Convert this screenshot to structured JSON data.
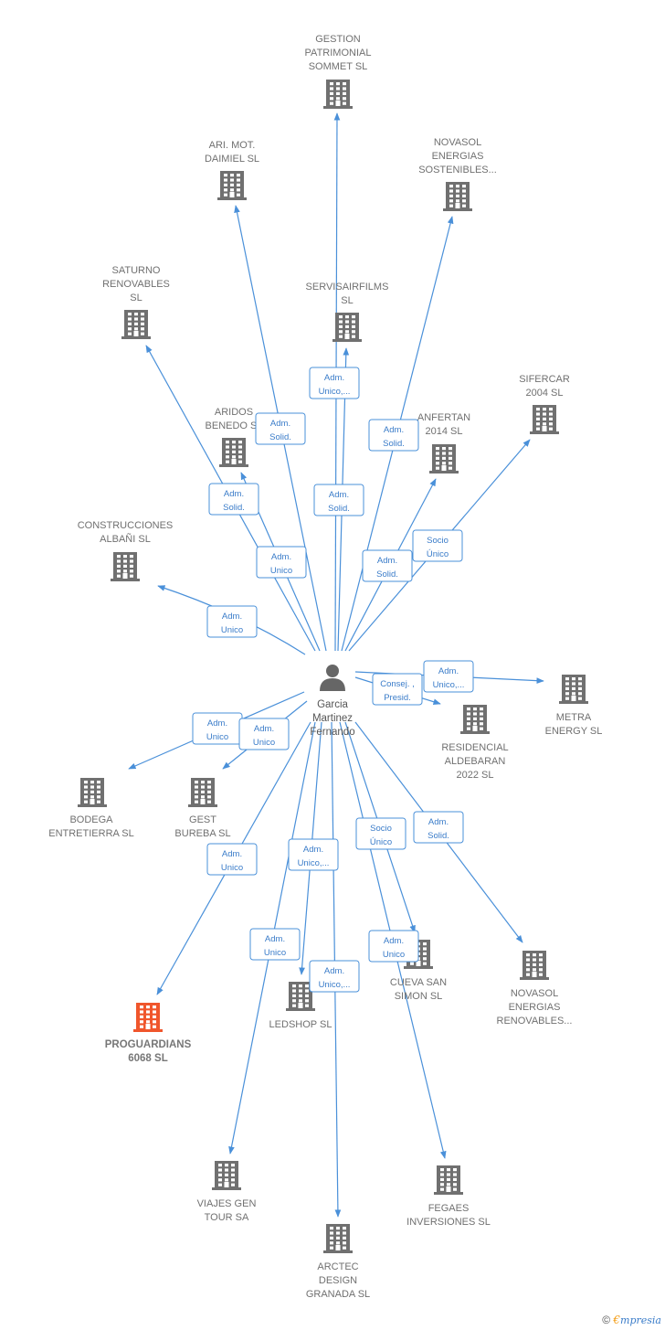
{
  "colors": {
    "edge": "#4a90d9",
    "building": "#707070",
    "highlight": "#f0562c",
    "person": "#666666"
  },
  "person": {
    "name_lines": [
      "Garcia",
      "Martinez",
      "Fernando"
    ],
    "icon": "person-icon"
  },
  "companies": [
    {
      "id": "gestion",
      "lines": [
        "GESTION",
        "PATRIMONIAL",
        "SOMMET  SL"
      ]
    },
    {
      "id": "ari",
      "lines": [
        "ARI.  MOT.",
        "DAIMIEL SL"
      ]
    },
    {
      "id": "novasol-sost",
      "lines": [
        "NOVASOL",
        "ENERGIAS",
        "SOSTENIBLES..."
      ]
    },
    {
      "id": "saturno",
      "lines": [
        "SATURNO",
        "RENOVABLES",
        "SL"
      ]
    },
    {
      "id": "servisair",
      "lines": [
        "SERVISAIRFILMS",
        "SL"
      ]
    },
    {
      "id": "sifercar",
      "lines": [
        "SIFERCAR",
        "2004  SL"
      ]
    },
    {
      "id": "aridos",
      "lines": [
        "ARIDOS",
        "BENEDO  SL"
      ]
    },
    {
      "id": "anfertan",
      "lines": [
        "ANFERTAN",
        "2014  SL"
      ]
    },
    {
      "id": "construcciones",
      "lines": [
        "CONSTRUCCIONES",
        "ALBAÑI SL"
      ]
    },
    {
      "id": "metra",
      "lines": [
        "METRA",
        "ENERGY  SL"
      ]
    },
    {
      "id": "residencial",
      "lines": [
        "RESIDENCIAL",
        "ALDEBARAN",
        "2022  SL"
      ]
    },
    {
      "id": "bodega",
      "lines": [
        "BODEGA",
        "ENTRETIERRA SL"
      ]
    },
    {
      "id": "gest",
      "lines": [
        "GEST",
        "BUREBA  SL"
      ]
    },
    {
      "id": "proguardians",
      "lines": [
        "PROGUARDIANS",
        "6068  SL"
      ],
      "highlight": true
    },
    {
      "id": "ledshop",
      "lines": [
        "LEDSHOP SL"
      ]
    },
    {
      "id": "cueva",
      "lines": [
        "CUEVA SAN",
        "SIMON  SL"
      ]
    },
    {
      "id": "novasol-renov",
      "lines": [
        "NOVASOL",
        "ENERGIAS",
        "RENOVABLES..."
      ]
    },
    {
      "id": "viajes",
      "lines": [
        "VIAJES GEN",
        "TOUR SA"
      ]
    },
    {
      "id": "fegaes",
      "lines": [
        "FEGAES",
        "INVERSIONES SL"
      ]
    },
    {
      "id": "arctec",
      "lines": [
        "ARCTEC",
        "DESIGN",
        "GRANADA  SL"
      ]
    }
  ],
  "relations": [
    {
      "to": "gestion",
      "role": [
        "Adm.",
        "Unico,..."
      ]
    },
    {
      "to": "servisair",
      "role": [
        "Adm.",
        "Solid."
      ]
    },
    {
      "to": "ari",
      "role": [
        "Adm.",
        "Solid."
      ]
    },
    {
      "to": "novasol-sost",
      "role": [
        "Adm.",
        "Solid."
      ]
    },
    {
      "to": "saturno",
      "role": [
        "Adm.",
        "Solid."
      ]
    },
    {
      "to": "aridos",
      "role": [
        "Adm.",
        "Unico"
      ]
    },
    {
      "to": "anfertan",
      "role": [
        "Adm.",
        "Solid."
      ]
    },
    {
      "to": "sifercar",
      "role": [
        "Socio",
        "Único"
      ]
    },
    {
      "to": "construcciones",
      "role": [
        "Adm.",
        "Unico"
      ]
    },
    {
      "to": "metra",
      "role": [
        "Adm.",
        "Unico,..."
      ]
    },
    {
      "to": "residencial",
      "role": [
        "Consej. ,",
        "Presid."
      ]
    },
    {
      "to": "bodega",
      "role": [
        "Adm.",
        "Unico"
      ]
    },
    {
      "to": "gest",
      "role": [
        "Adm.",
        "Unico"
      ]
    },
    {
      "to": "proguardians",
      "role": [
        "Adm.",
        "Unico"
      ]
    },
    {
      "to": "ledshop",
      "role": [
        "Adm.",
        "Unico,..."
      ]
    },
    {
      "to": "viajes",
      "role": [
        "Adm.",
        "Unico"
      ]
    },
    {
      "to": "arctec",
      "role": [
        "Adm.",
        "Unico,..."
      ]
    },
    {
      "to": "cueva",
      "role": [
        "Socio",
        "Único"
      ]
    },
    {
      "to": "fegaes",
      "role": [
        "Adm.",
        "Unico"
      ]
    },
    {
      "to": "novasol-renov",
      "role": [
        "Adm.",
        "Solid."
      ]
    }
  ],
  "brand": {
    "copyright": "©",
    "e": "€",
    "name": "mpresia"
  }
}
